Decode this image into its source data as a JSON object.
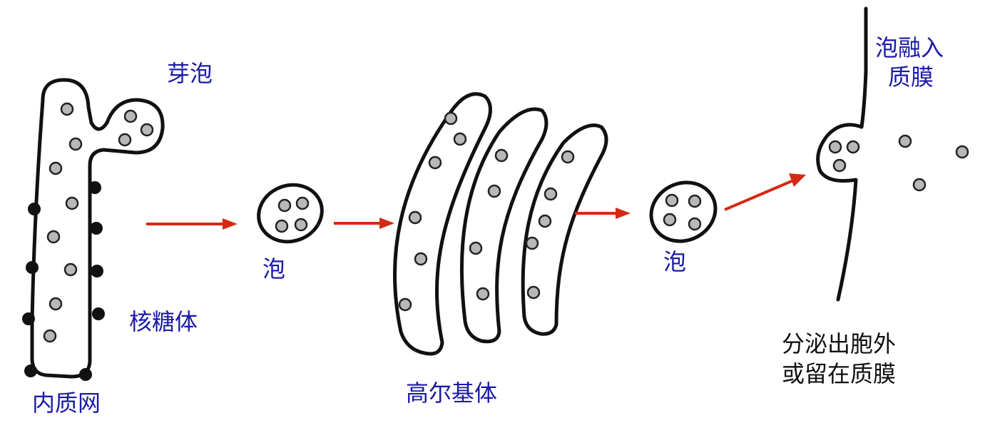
{
  "labels": {
    "bud": "芽泡",
    "ribosome": "核糖体",
    "er": "内质网",
    "vesicle_1": "泡",
    "golgi": "高尔基体",
    "vesicle_2": "泡",
    "fuse_line1": "泡融入",
    "fuse_line2": "质膜",
    "secrete_line1": "分泌出胞外",
    "secrete_line2": "或留在质膜"
  },
  "colors": {
    "label_blue": "#1a1aa6",
    "label_black": "#111111",
    "arrow_red": "#d42a12"
  }
}
